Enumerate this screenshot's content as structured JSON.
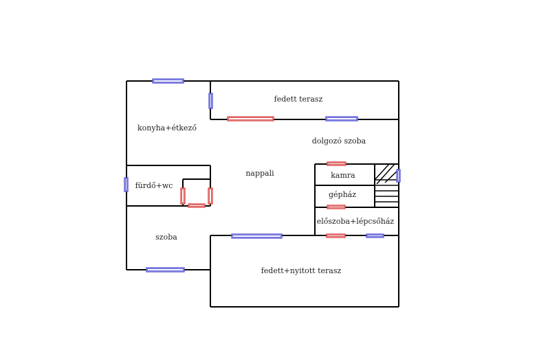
{
  "colors": {
    "wall": "#000000",
    "window": "#3b3bd0",
    "door": "#d42a2a",
    "background": "#ffffff"
  },
  "legend": {
    "blue_rectangles": "window-icon",
    "red_rectangles": "door-icon"
  },
  "rooms": {
    "fedett_terasz": "fedett terasz",
    "konyha": "konyha+étkező",
    "dolgozo": "dolgozó szoba",
    "nappali": "nappali",
    "furdo": "fürdő+wc",
    "kamra": "kamra",
    "gephaz": "gépház",
    "eloszoba": "előszoba+lépcsőház",
    "szoba": "szoba",
    "nyitott_terasz": "fedett+nyitott terasz"
  }
}
